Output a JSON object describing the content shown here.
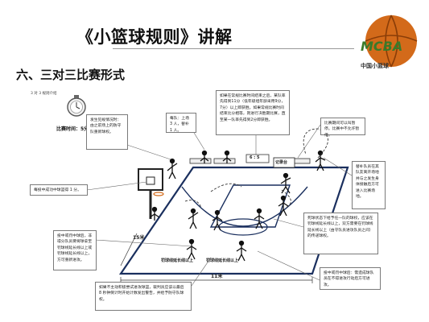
{
  "title": "《小篮球规则》讲解",
  "logo": {
    "brand": "MCBA",
    "subtitle": "中国小篮球"
  },
  "section_heading": "六、三对三比赛形式",
  "slide_caption": "3 对 3 规则介绍",
  "timer_label": "比赛时间：5分钟",
  "court": {
    "width_label": "11米",
    "length_label": "15米",
    "score_table_label": "记录台",
    "scoreboard_digits": "6 : 5",
    "baseline_line_label": "罚球线延长线以上",
    "free_throw_ext_label": "罚球线延长线以上"
  },
  "annotations": {
    "foul_rule": "发生犯规情况时：由之前场上的防守队重新球权。",
    "team_size": "每队：上场 3 人，替补 1 人。",
    "overtime": "如果在常规比赛时间结束之后，某队率先得到11分（低年级组年龄采用9分，7分）以上即获胜。如果常规比赛时间结束比分相等，则进行决胜期比赛，直至某一队率先得到2分即获胜。",
    "timeout": "比赛期间可以叫暂停。比赛中不允许暂停。",
    "substitution": "替补队员在其队友离开场地并与之发生身体接触后方可进入比赛场地。",
    "scoring": "每投中成功中球篮得 1 分。",
    "possession_after_score": "投中或罚中球后，非得分队员要将球拿至罚球线延长线以上或罚球线延长线以上，方可重新进攻。",
    "dead_ball": "死球状态下给予任一队的球权，应该在罚球线延长线以上，双方需要在罚球线延长线以上（由守队员进攻队员之间）的传递球权。",
    "backcourt": "投中或罚中球后：需造成球队员在不得进攻行动后方可进攻。",
    "shot_clock": "如果不主动积极尝试进攻球篮，裁判员应该以最后 8 秒钟倒计时开始计数发出警告，并给予防守队球权。"
  },
  "colors": {
    "court_line": "#1a2f5e",
    "box_border": "#7a7a7a",
    "logo_ball": "#d36a1a",
    "logo_text": "#3a7a2a"
  },
  "icons": [
    "stopwatch-icon",
    "basketball-hoop-icon",
    "scoreboard-icon",
    "whistle-referee-icon",
    "basketball-logo-icon"
  ]
}
